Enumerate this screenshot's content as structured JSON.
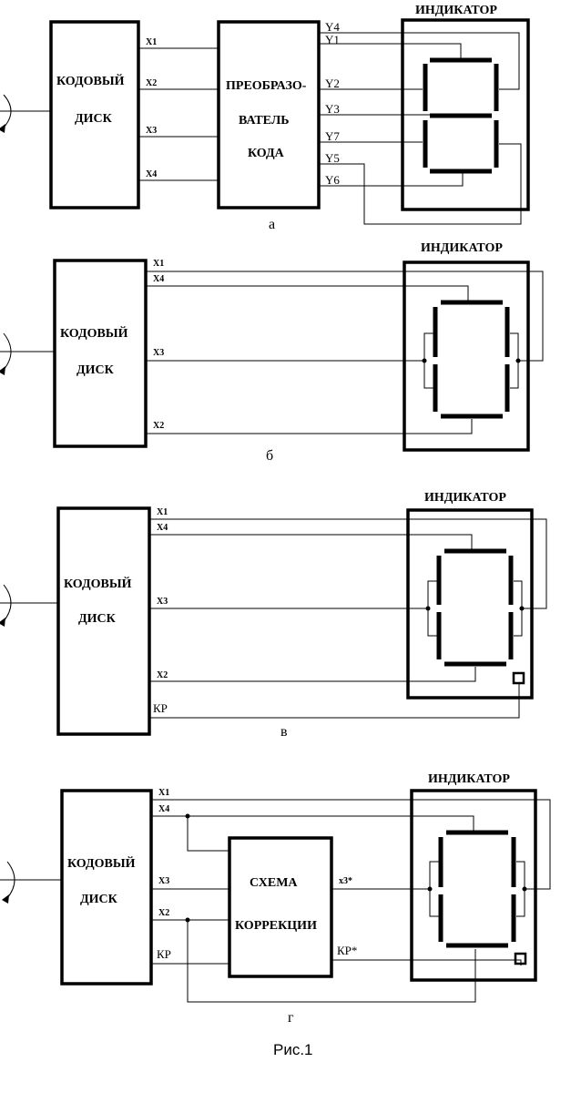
{
  "figure_caption": "Рис.1",
  "panel_a": {
    "caption": "а",
    "indicator_label": "ИНДИКАТОР",
    "disk_lines": [
      "КОДОВЫЙ",
      "ДИСК"
    ],
    "converter_lines": [
      "ПРЕОБРАЗО-",
      "ВАТЕЛЬ",
      "КОДА"
    ],
    "x_labels": [
      "X1",
      "X2",
      "X3",
      "X4"
    ],
    "y_labels": [
      "Y4",
      "Y1",
      "Y2",
      "Y3",
      "Y7",
      "Y5",
      "Y6"
    ]
  },
  "panel_b": {
    "caption": "б",
    "indicator_label": "ИНДИКАТОР",
    "disk_lines": [
      "КОДОВЫЙ",
      "ДИСК"
    ],
    "x_labels": [
      "X1",
      "X4",
      "X3",
      "X2"
    ]
  },
  "panel_v": {
    "caption": "в",
    "indicator_label": "ИНДИКАТОР",
    "disk_lines": [
      "КОДОВЫЙ",
      "ДИСК"
    ],
    "x_labels": [
      "X1",
      "X4",
      "X3",
      "X2"
    ],
    "kr_label": "КР"
  },
  "panel_g": {
    "caption": "г",
    "indicator_label": "ИНДИКАТОР",
    "disk_lines": [
      "КОДОВЫЙ",
      "ДИСК"
    ],
    "correction_lines": [
      "СХЕМА",
      "КОРРЕКЦИИ"
    ],
    "x_labels": [
      "X1",
      "X4",
      "X3",
      "X2"
    ],
    "kr_label": "КР",
    "x3_out_label": "x3*",
    "kr_out_label": "КР*"
  }
}
